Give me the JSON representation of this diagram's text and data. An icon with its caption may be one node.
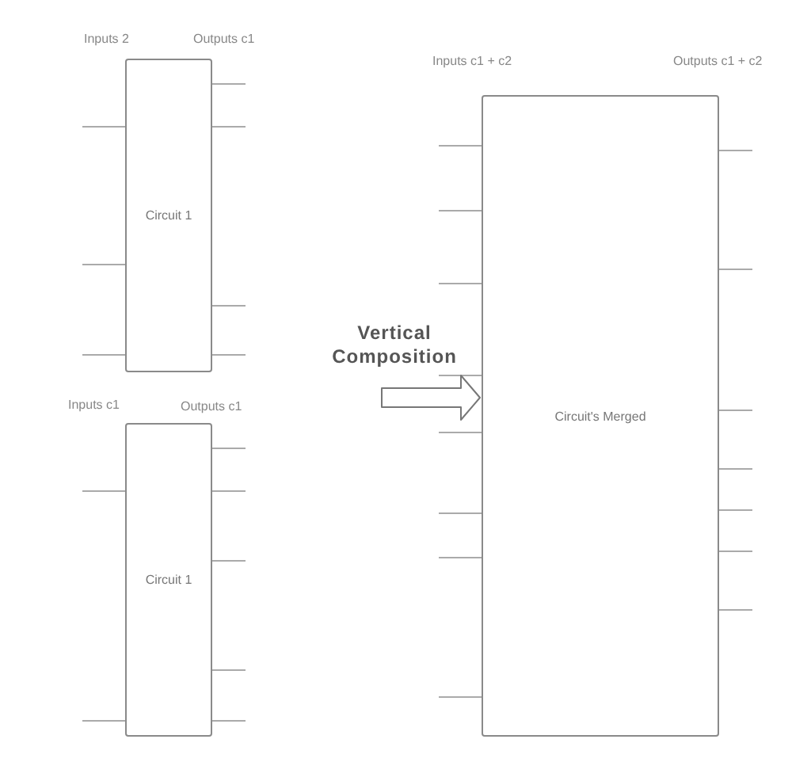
{
  "diagram": {
    "nodes": [
      {
        "text": [
          "Circuit 1"
        ],
        "beside": [
          "Inputs 2",
          "Outputs c1"
        ]
      },
      {
        "text": [
          "Circuit 1"
        ],
        "beside": [
          "Inputs c1",
          "Outputs c1"
        ]
      },
      {
        "text": [
          "Circuit's Merged"
        ],
        "beside": [
          "Inputs c1 + c2",
          "Outputs c1 + c2"
        ]
      }
    ],
    "edges": [
      {
        "from": null,
        "to": 2,
        "arrow": "to",
        "label": "Vertical Composition",
        "style": "thick"
      }
    ]
  }
}
